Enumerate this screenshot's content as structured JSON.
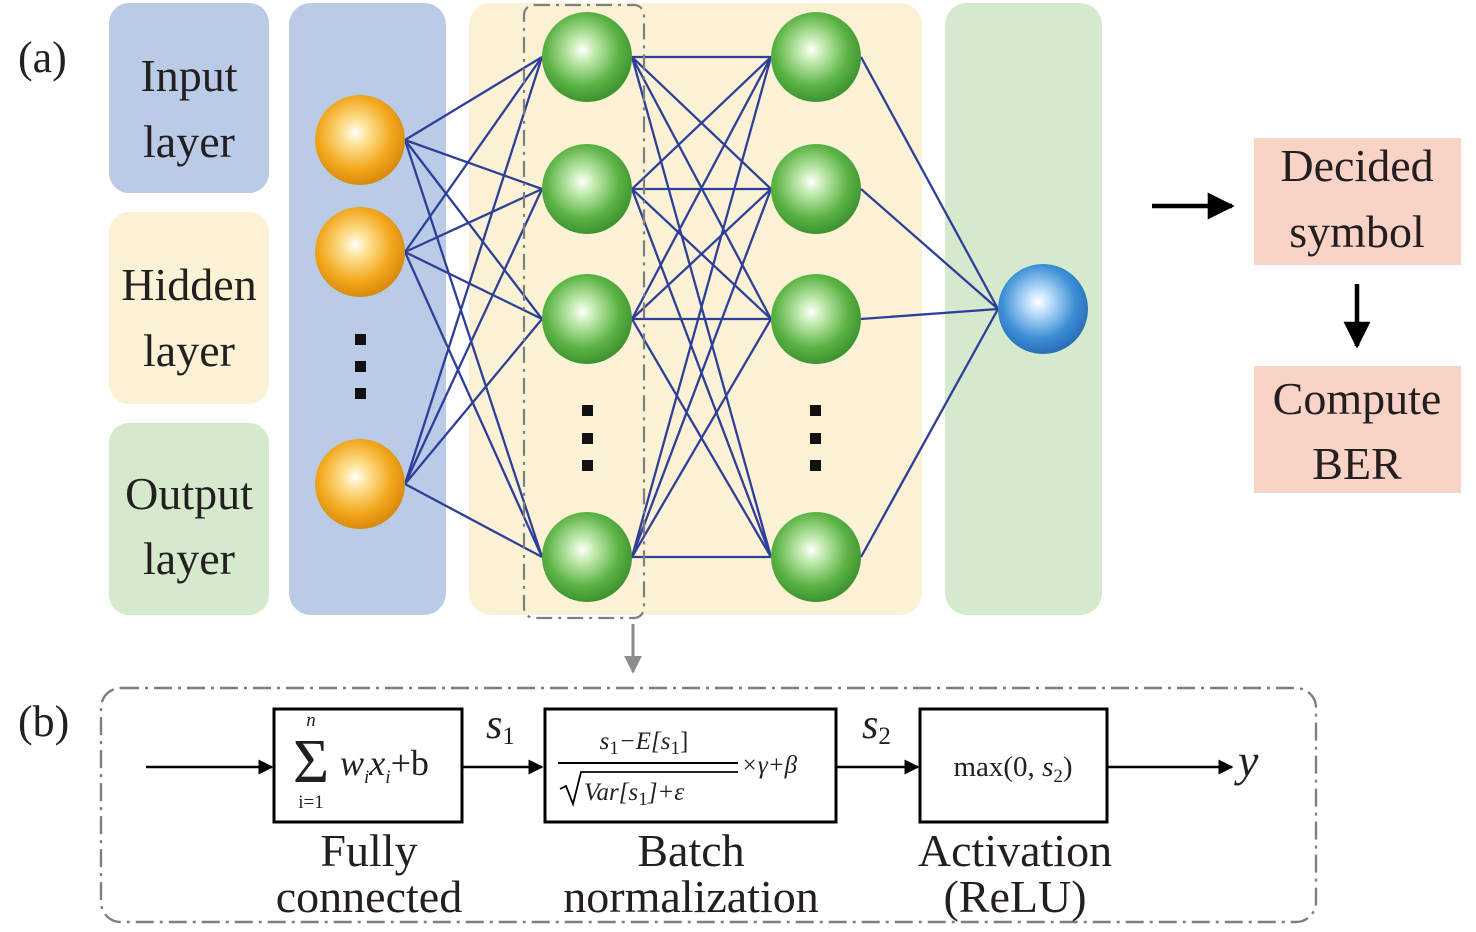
{
  "panel_a": {
    "label": "(a)",
    "legend": [
      {
        "lines": [
          "Input",
          "layer"
        ],
        "color": "#b9cbe7"
      },
      {
        "lines": [
          "Hidden",
          "layer"
        ],
        "color": "#fbf2d5"
      },
      {
        "lines": [
          "Output",
          "layer"
        ],
        "color": "#d5e9cd"
      }
    ],
    "decided": [
      "Decided",
      "symbol"
    ],
    "compute": [
      "Compute",
      "BER"
    ]
  },
  "panel_b": {
    "label": "(b)",
    "fc": {
      "sum_top": "n",
      "sum_bottom": "i=1",
      "w": "w",
      "w_sub": "i",
      "x": "x",
      "x_sub": "i",
      "plus_b": "+b",
      "caption": [
        "Fully",
        "connected"
      ]
    },
    "s1": {
      "s": "s",
      "sub": "1"
    },
    "bn": {
      "num_s": "s",
      "num_s_sub": "1",
      "num_rest": "−E[s",
      "num_rest_sub": "1",
      "num_close": "]",
      "den_var": "Var",
      "den_open": "[s",
      "den_sub": "1",
      "den_close": "]+ε",
      "tail": "×γ+β",
      "caption": [
        "Batch",
        "normalization"
      ]
    },
    "s2": {
      "s": "s",
      "sub": "2"
    },
    "act": {
      "pre": "max(0, ",
      "s": "s",
      "sub": "2",
      "post": ")",
      "caption": [
        "Activation",
        "(ReLU)"
      ]
    },
    "y": "y"
  },
  "colors": {
    "input_band": "#b9cbe7",
    "hidden_band": "#fbf2d5",
    "output_band": "#d5e9cd",
    "result_box": "#f8d3c6",
    "edge": "#2e3f9a",
    "orange_node": "#f2a71b",
    "green_node": "#5bb344",
    "blue_node": "#3d8fd6"
  }
}
